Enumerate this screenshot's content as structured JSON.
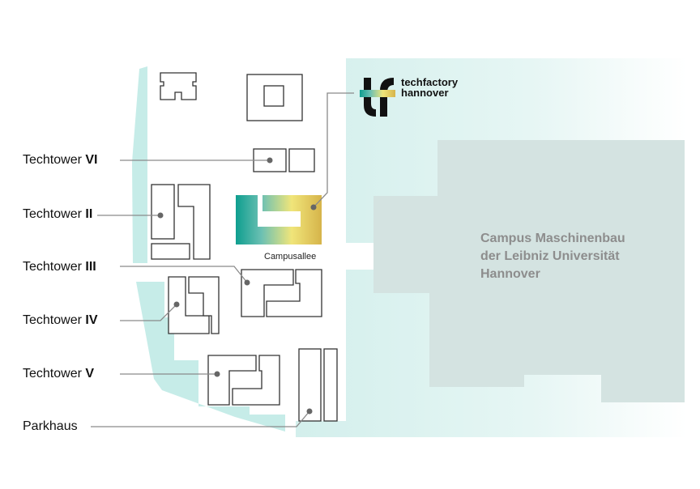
{
  "labels": [
    {
      "prefix": "Techtower ",
      "numeral": "VI"
    },
    {
      "prefix": "Techtower ",
      "numeral": "II"
    },
    {
      "prefix": "Techtower ",
      "numeral": "III"
    },
    {
      "prefix": "Techtower ",
      "numeral": "IV"
    },
    {
      "prefix": "Techtower ",
      "numeral": "V"
    },
    {
      "prefix": "Parkhaus",
      "numeral": ""
    }
  ],
  "street": "Campusallee",
  "campus": {
    "line1": "Campus Maschinenbau",
    "line2": "der Leibniz Universität",
    "line3": "Hannover"
  },
  "logo": {
    "line1": "techfactory",
    "line2": "hannover",
    "mark": "tf"
  },
  "colors": {
    "teal_area": "#d3efec",
    "campus_grey": "#d4e3e1",
    "gradient_start": "#0e9e8f",
    "gradient_mid": "#f0e57a",
    "gradient_end": "#d6b44a"
  }
}
